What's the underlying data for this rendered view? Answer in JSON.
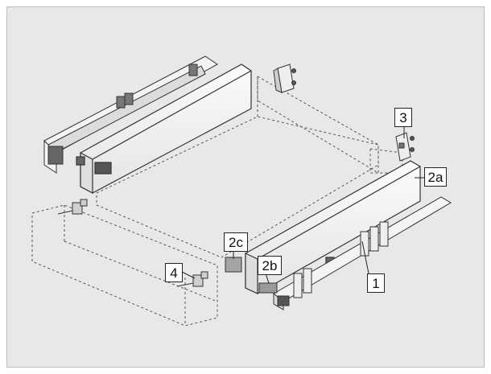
{
  "callouts": {
    "c1": "1",
    "c2a": "2a",
    "c2b": "2b",
    "c2c": "2c",
    "c3": "3",
    "c4": "4"
  },
  "colors": {
    "background": "#e8e8e8",
    "line": "#333333",
    "part_fill": "#f4f4f4",
    "dashed": "#555555"
  }
}
